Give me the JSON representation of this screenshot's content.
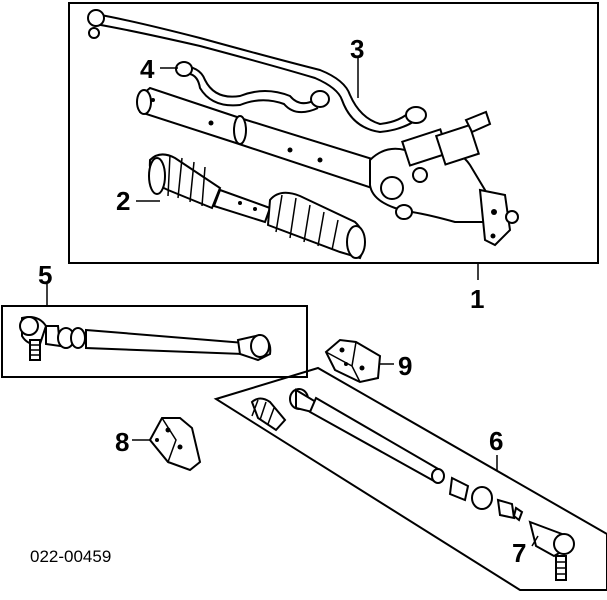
{
  "diagram": {
    "callouts": [
      {
        "id": "1",
        "label": "1"
      },
      {
        "id": "2",
        "label": "2"
      },
      {
        "id": "3",
        "label": "3"
      },
      {
        "id": "4",
        "label": "4"
      },
      {
        "id": "5",
        "label": "5"
      },
      {
        "id": "6",
        "label": "6"
      },
      {
        "id": "7",
        "label": "7"
      },
      {
        "id": "8",
        "label": "8"
      },
      {
        "id": "9",
        "label": "9"
      }
    ],
    "diagram_id": "022-00459"
  }
}
